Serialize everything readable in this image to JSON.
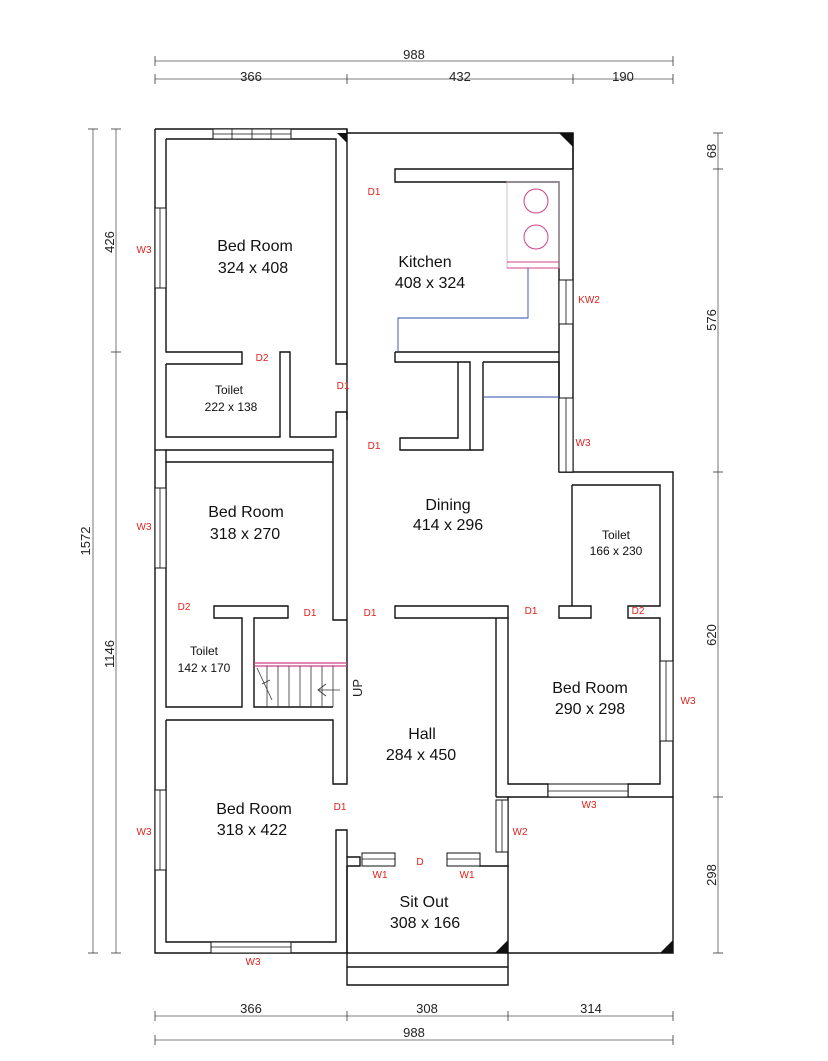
{
  "dimensions": {
    "top_total": "988",
    "top_segments": [
      "366",
      "432",
      "190"
    ],
    "bottom_total": "988",
    "bottom_segments": [
      "366",
      "308",
      "314"
    ],
    "left_total": "1572",
    "left_segments": [
      "426",
      "1146"
    ],
    "right_segments": [
      "68",
      "576",
      "620",
      "298"
    ]
  },
  "rooms": {
    "bedroom1": {
      "name": "Bed Room",
      "size": "324 x 408"
    },
    "kitchen": {
      "name": "Kitchen",
      "size": "408 x 324"
    },
    "toilet1": {
      "name": "Toilet",
      "size": "222 x 138"
    },
    "bedroom2": {
      "name": "Bed Room",
      "size": "318 x 270"
    },
    "dining": {
      "name": "Dining",
      "size": "414 x 296"
    },
    "toilet2": {
      "name": "Toilet",
      "size": "166 x 230"
    },
    "toilet3": {
      "name": "Toilet",
      "size": "142 x 170"
    },
    "bedroom3": {
      "name": "Bed Room",
      "size": "290 x 298"
    },
    "hall": {
      "name": "Hall",
      "size": "284 x 450"
    },
    "bedroom4": {
      "name": "Bed Room",
      "size": "318 x 422"
    },
    "sitout": {
      "name": "Sit Out",
      "size": "308 x 166"
    }
  },
  "tags": {
    "d1_kitchen": "D1",
    "kw2": "KW2",
    "w3_bed1": "W3",
    "d2_toilet1": "D2",
    "d1_toilet1": "D1",
    "d1_dining": "D1",
    "w3_east": "W3",
    "w3_bed2": "W3",
    "d2_bed2": "D2",
    "d1_bed2": "D1",
    "d1_hall": "D1",
    "d1_bed3": "D1",
    "d2_toilet2": "D2",
    "w3_bed3": "W3",
    "w3_bed3_bottom": "W3",
    "d1_bed4": "D1",
    "w3_bed4": "W3",
    "w2_hall": "W2",
    "w1_left": "W1",
    "w1_right": "W1",
    "d_main": "D",
    "w3_bottom": "W3",
    "up": "UP"
  },
  "colors": {
    "tag": "#e0201a",
    "wall": "#111111",
    "plumbing": "#2a4ea8",
    "fixture": "#d0408a"
  }
}
